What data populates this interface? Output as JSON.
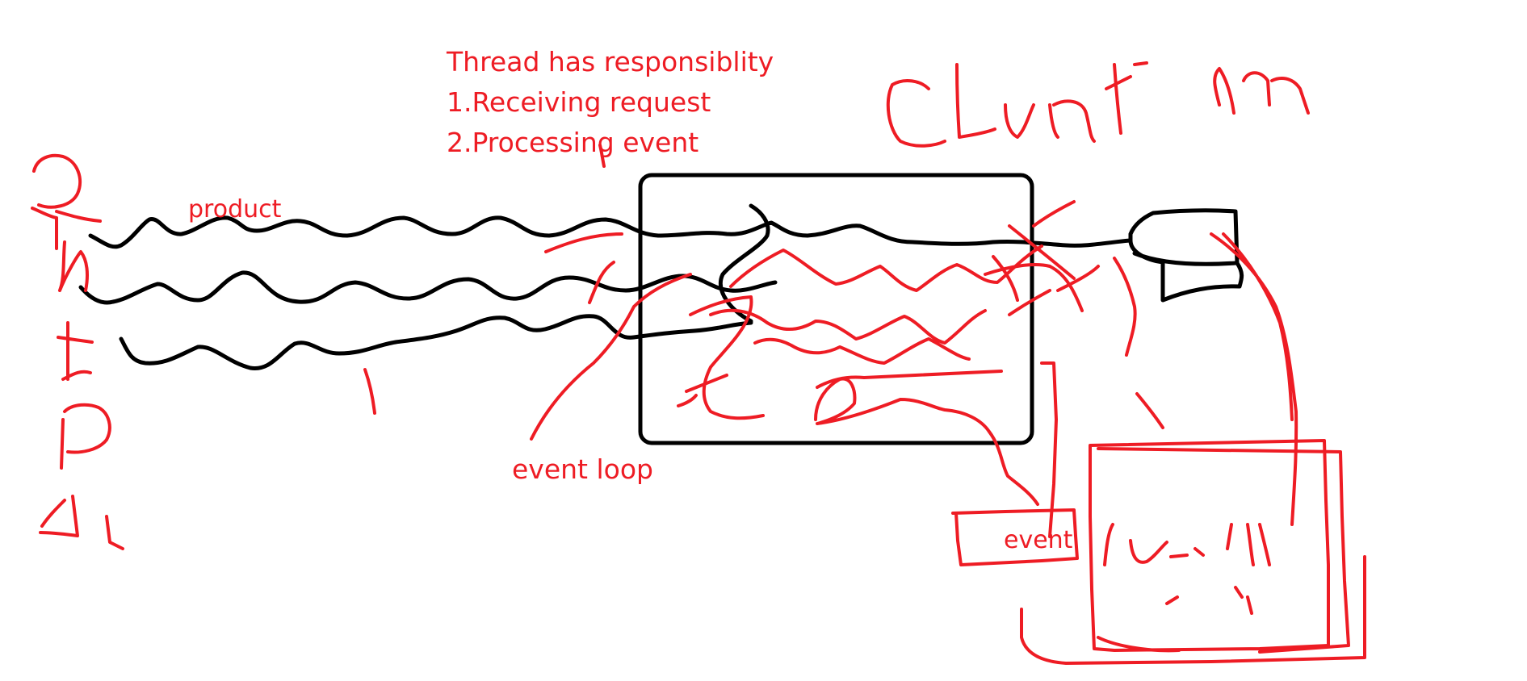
{
  "colors": {
    "background": "#ffffff",
    "ink_black": "#000000",
    "ink_red": "#ee1c24"
  },
  "annotations": {
    "responsibility_title": "Thread has responsiblity",
    "responsibility_item_1": "1.Receiving request",
    "responsibility_item_2": "2.Processing event",
    "product_label": "product",
    "event_loop_label": "event loop",
    "event_label": "event"
  }
}
